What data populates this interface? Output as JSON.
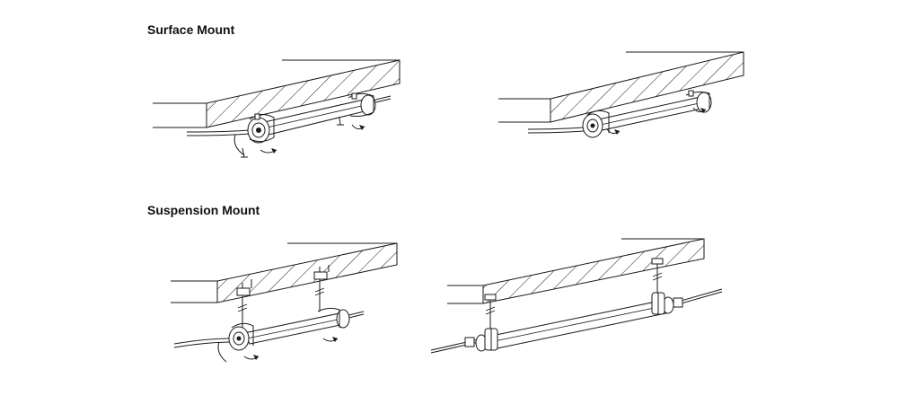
{
  "sections": {
    "surface_title": "Surface Mount",
    "suspension_title": "Suspension Mount"
  },
  "icons": [
    "ceiling-slab",
    "tube-light",
    "mounting-clip",
    "end-cap",
    "cable",
    "rotate-arrow",
    "suspension-wire"
  ],
  "colors": {
    "line": "#1a1a1a",
    "background": "#ffffff"
  }
}
